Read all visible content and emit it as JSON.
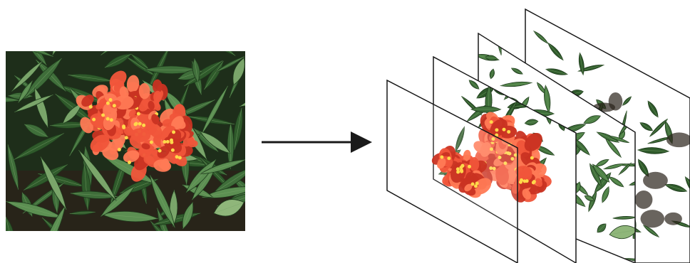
{
  "diagram": {
    "source_image": "flower-photo",
    "arrow": "right-arrow",
    "layers": [
      "layer-1",
      "layer-2",
      "layer-3",
      "layer-4"
    ]
  },
  "colors": {
    "petal": "#f0553a",
    "petal_dark": "#c93322",
    "petal_light": "#ff7a55",
    "leaf_dark": "#1e3a1c",
    "leaf": "#3f6e3a",
    "leaf_light": "#7aa56a",
    "soil": "#2a221a",
    "stroke": "#1a1a1a"
  }
}
